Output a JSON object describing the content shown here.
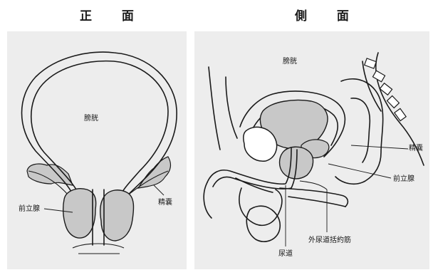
{
  "panels": {
    "front": {
      "title": "正 面",
      "labels": {
        "bladder": "膀胱",
        "prostate": "前立腺",
        "seminal_vesicle": "精嚢"
      }
    },
    "side": {
      "title": "側 面",
      "labels": {
        "bladder": "膀胱",
        "seminal_vesicle": "精嚢",
        "prostate": "前立腺",
        "urethra": "尿道",
        "sphincter": "外尿道括約筋"
      }
    }
  },
  "colors": {
    "panel_bg": "#ededed",
    "tissue_fill": "#c8c8c8",
    "ink": "#1a1a1a"
  }
}
